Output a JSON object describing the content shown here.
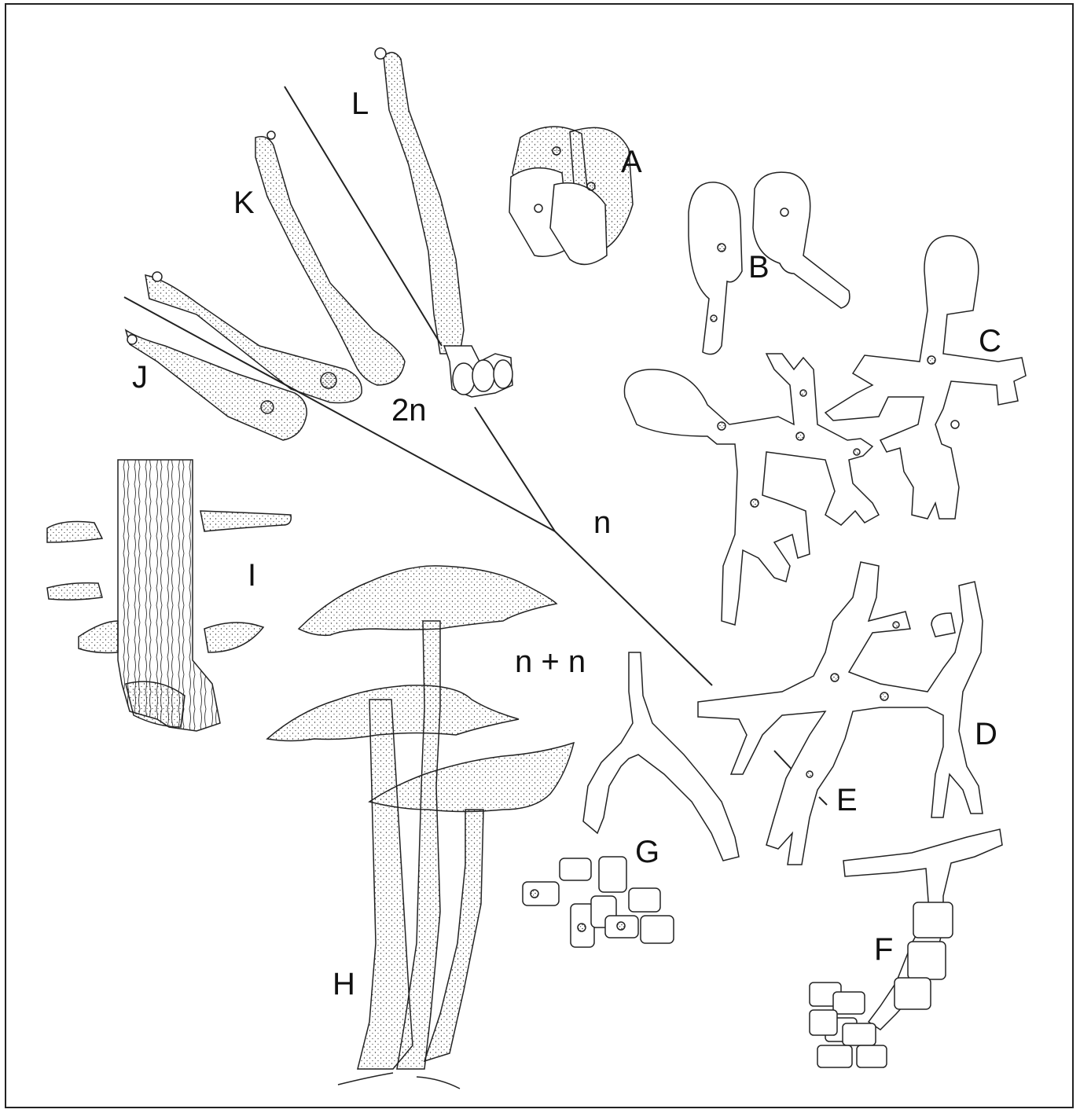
{
  "labels": {
    "A": "A",
    "B": "B",
    "C": "C",
    "D": "D",
    "E": "E",
    "F": "F",
    "G": "G",
    "H": "H",
    "I": "I",
    "J": "J",
    "K": "K",
    "L": "L"
  },
  "ploidy": {
    "diploid": "2n",
    "haploid": "n",
    "dikaryon": "n + n"
  },
  "colors": {
    "ink": "#222222",
    "background": "#ffffff"
  }
}
